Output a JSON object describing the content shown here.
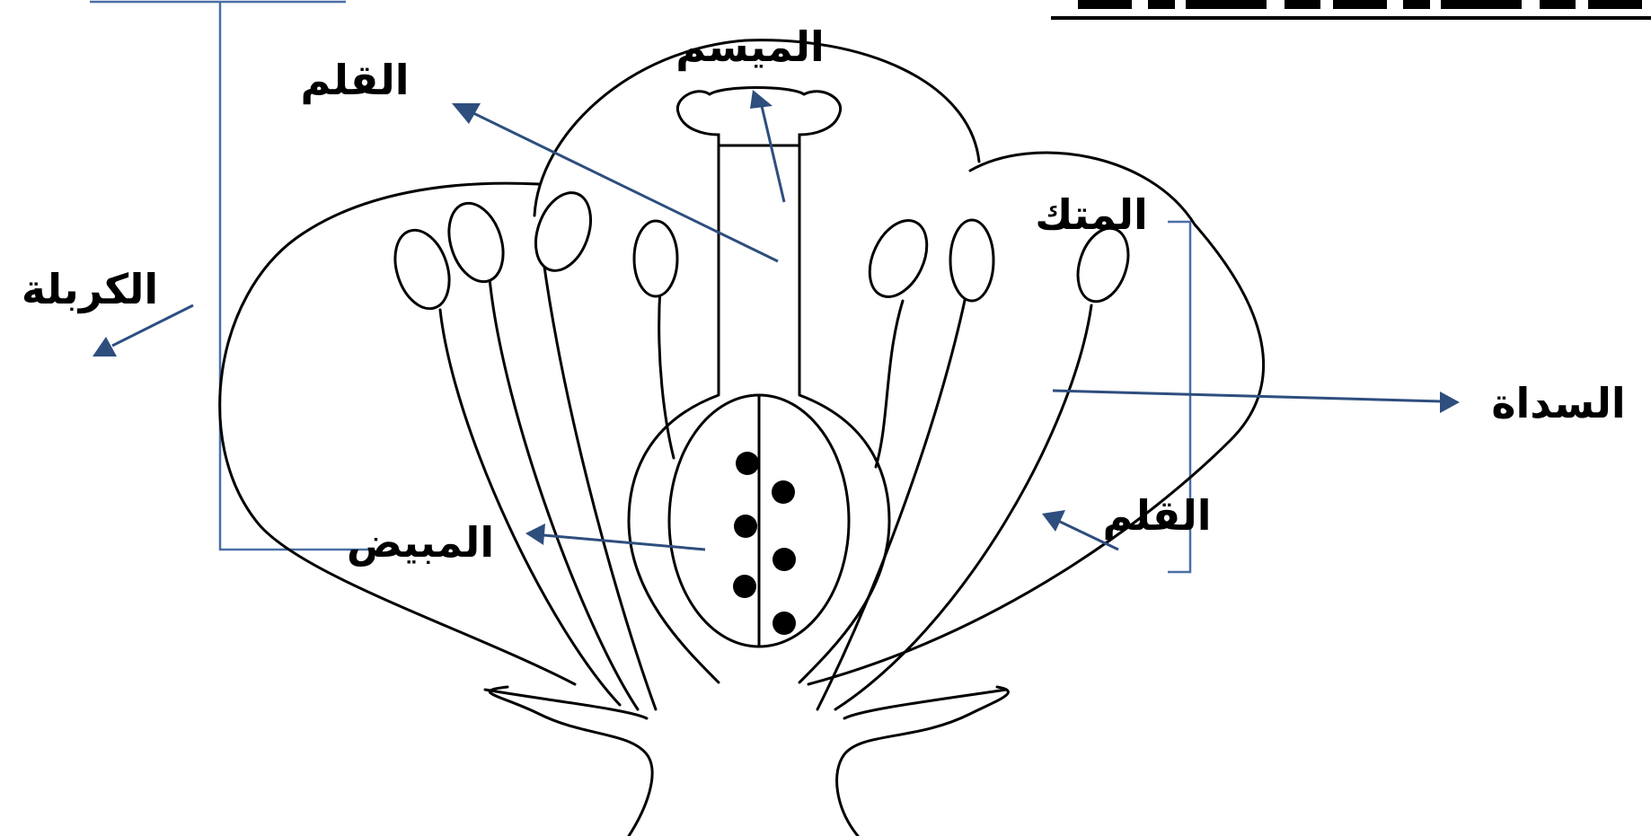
{
  "labels": {
    "stigma": "الميسم",
    "style_top": "القلم",
    "carpel": "الكربلة",
    "anther": "المتك",
    "stamen": "السداة",
    "filament": "القلم",
    "ovary": "المبيض"
  },
  "colors": {
    "arrow": "#2e4e7e",
    "bracket": "#4a6fa5",
    "outline": "#000000"
  }
}
